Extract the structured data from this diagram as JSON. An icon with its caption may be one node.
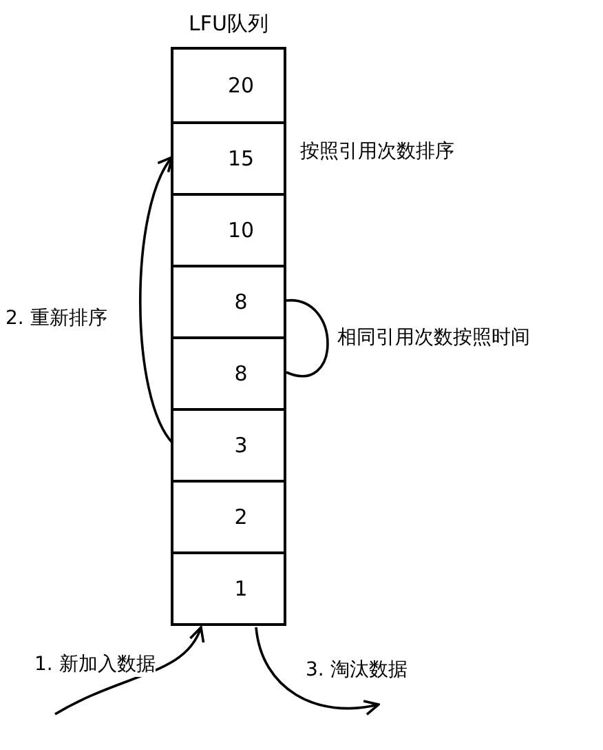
{
  "diagram": {
    "nodes": [
      {
        "text": [
          "LFU队列"
        ]
      },
      {
        "text": [
          "20"
        ],
        "in": 0
      },
      {
        "text": [
          "15"
        ],
        "in": 0
      },
      {
        "text": [
          "10"
        ],
        "in": 0
      },
      {
        "text": [
          "8"
        ],
        "in": 0
      },
      {
        "text": [
          "8"
        ],
        "in": 0
      },
      {
        "text": [
          "3"
        ],
        "in": 0
      },
      {
        "text": [
          "2"
        ],
        "in": 0
      },
      {
        "text": [
          "1"
        ],
        "in": 0
      }
    ],
    "edges": [
      {
        "from": 4,
        "to": 5,
        "arrow": "none",
        "label": "相同引用次数按照时间"
      },
      {
        "from": 6,
        "to": 2,
        "arrow": "to",
        "label": "2. 重新排序"
      },
      {
        "from": null,
        "to": 8,
        "arrow": "to",
        "label": "1. 新加入数据"
      },
      {
        "from": 8,
        "to": null,
        "arrow": "to",
        "label": "3. 淘汰数据"
      }
    ],
    "labels": [
      "按照引用次数排序"
    ]
  }
}
